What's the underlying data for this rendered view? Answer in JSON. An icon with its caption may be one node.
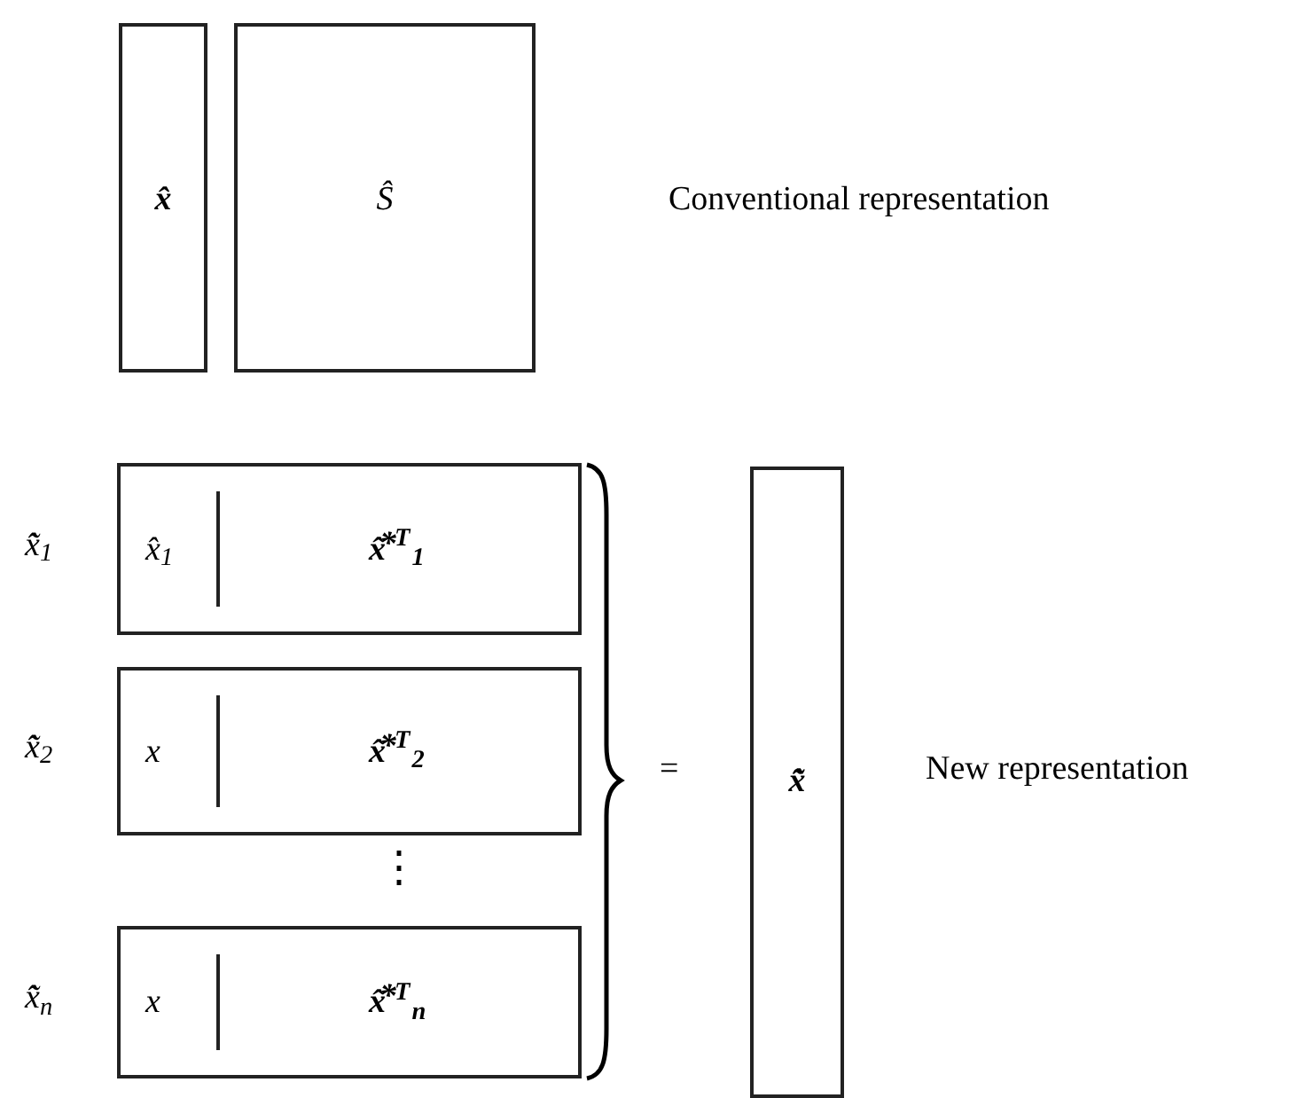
{
  "diagram": {
    "nodes": [
      {
        "text": [
          "x̂"
        ]
      },
      {
        "text": [
          "Ŝ"
        ]
      },
      {
        "text": [
          "x̂$_{1}$",
          "x̂⃰$^{T}$$_{1}$"
        ],
        "beside": [
          "x̂̃$_{1}$"
        ]
      },
      {
        "text": [
          "x",
          "x̂⃰$^{T}$$_{2}$"
        ],
        "beside": [
          "x̂̃$_{2}$"
        ]
      },
      {
        "text": [
          "x",
          "x̂⃰$^{T}$$_{n}$"
        ],
        "beside": [
          "x̂̃$_{n}$"
        ]
      },
      {
        "text": [
          "x̂̃"
        ]
      }
    ],
    "labels": [
      "Conventional representation",
      "⋮",
      "=",
      "New representation"
    ]
  }
}
